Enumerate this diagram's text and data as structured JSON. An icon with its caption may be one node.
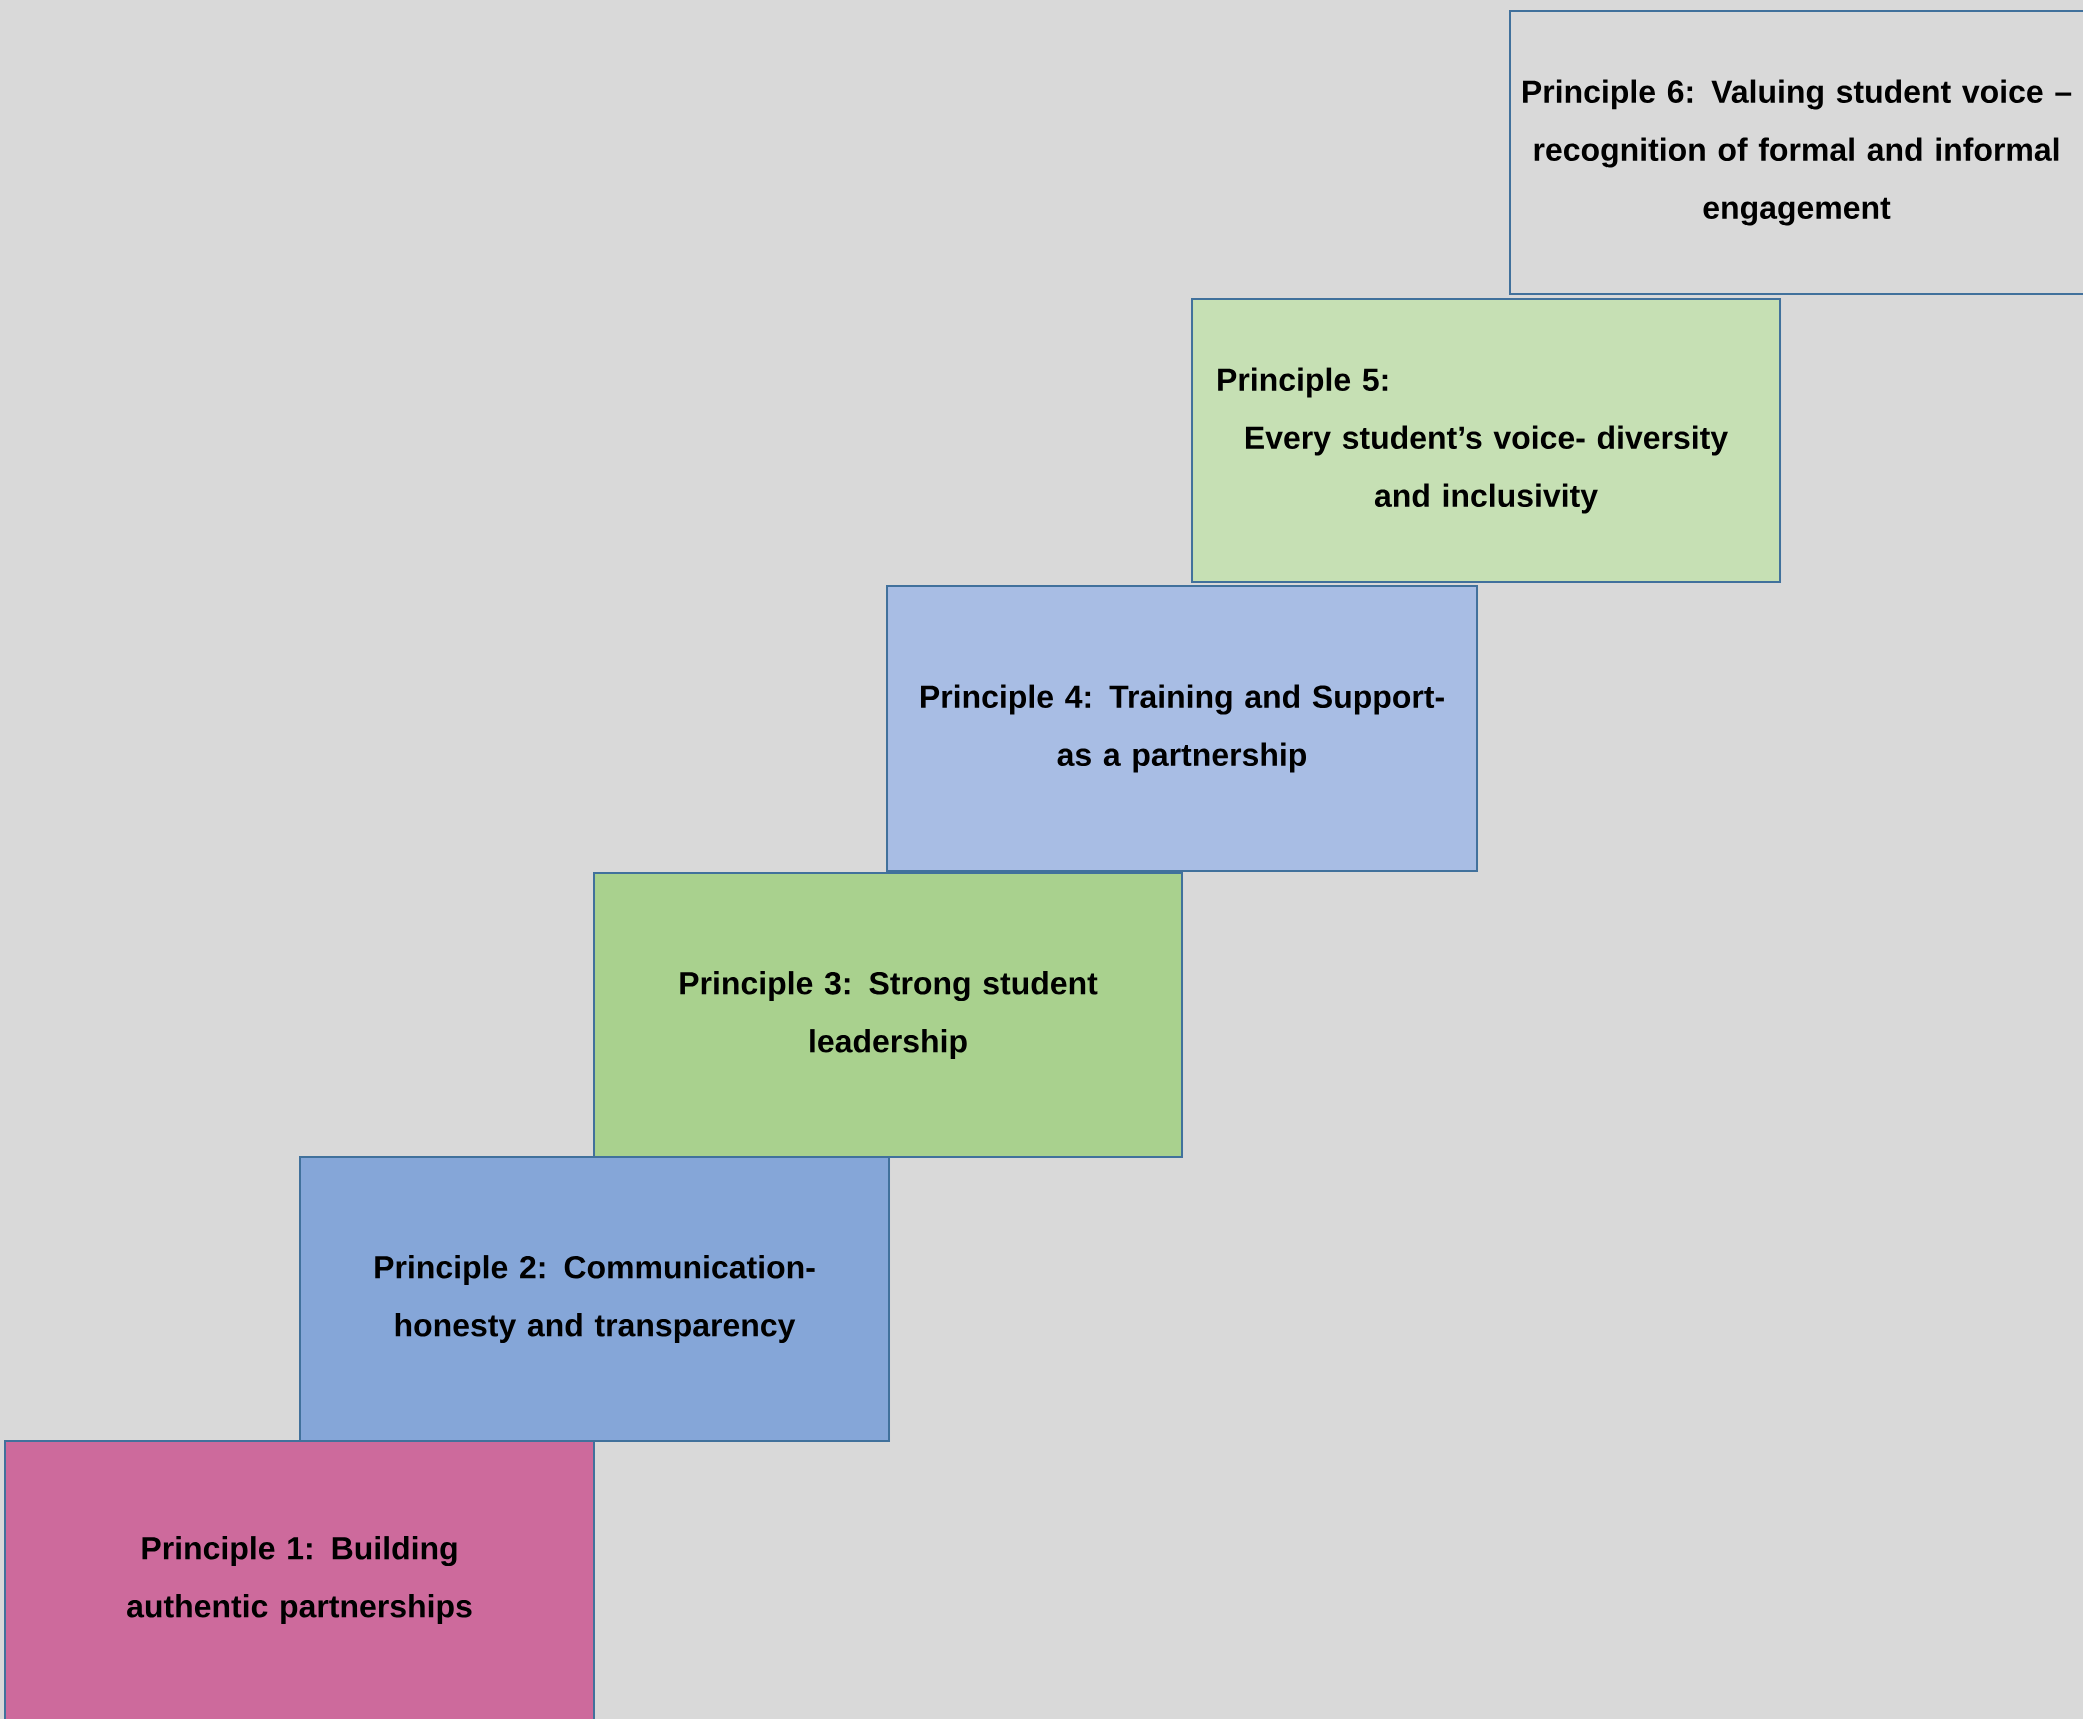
{
  "diagram": {
    "nodes": [
      {
        "text": [
          "Principle 1: Building authentic partnerships"
        ]
      },
      {
        "text": [
          "Principle 2: Communication- honesty and transparency"
        ]
      },
      {
        "text": [
          "Principle 3: Strong student leadership"
        ]
      },
      {
        "text": [
          "Principle 4: Training and Support- as a partnership"
        ]
      },
      {
        "text": [
          "Principle 5:",
          "Every student’s voice- diversity and inclusivity"
        ]
      },
      {
        "text": [
          "Principle 6: Valuing student voice – recognition of formal and informal engagement"
        ]
      }
    ]
  }
}
